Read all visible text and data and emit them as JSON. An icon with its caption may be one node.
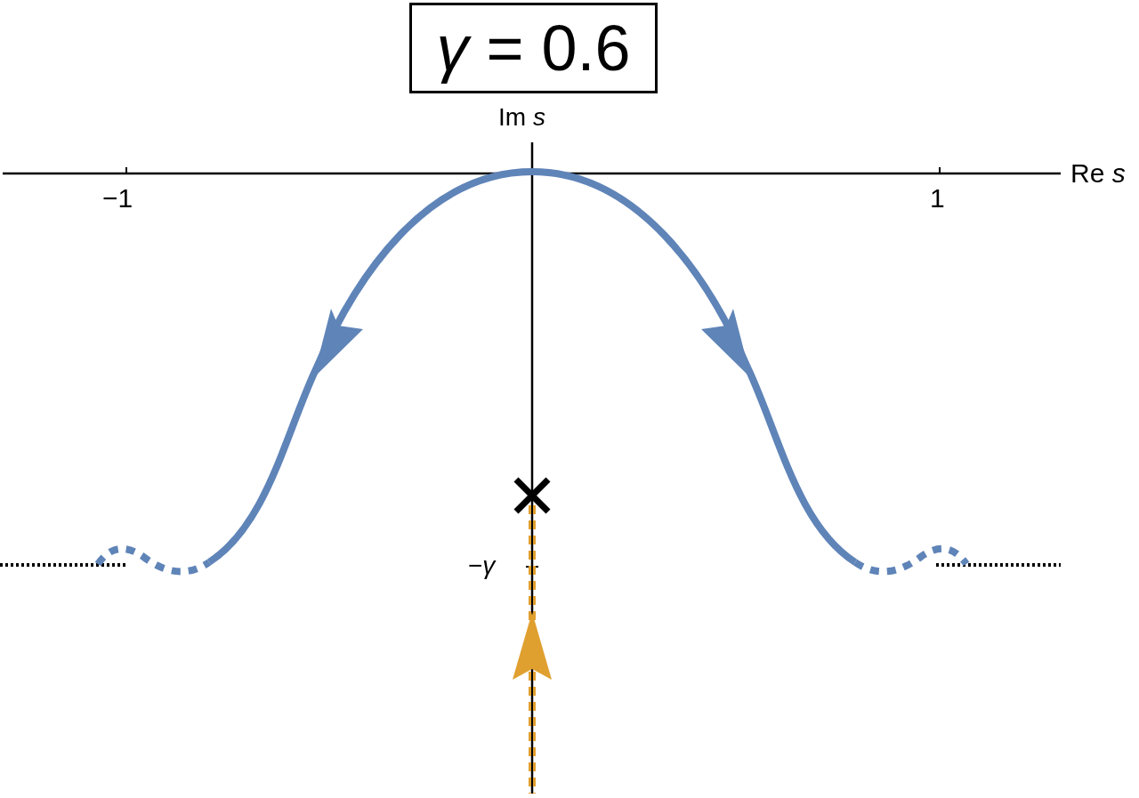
{
  "diagram": {
    "title": "*γ* = 0.6",
    "labels": [
      "Im *s*",
      "Re *s*",
      "−1",
      "1",
      "−*γ*"
    ]
  }
}
